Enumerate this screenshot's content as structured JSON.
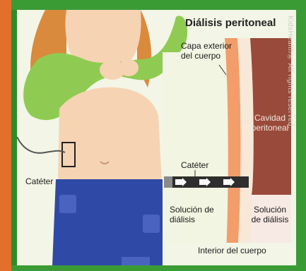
{
  "diagram": {
    "title": "Diálisis peritoneal",
    "labels": {
      "outer_layer": "Capa exterior del cuerpo",
      "catheter_left": "Catéter",
      "catheter_right": "Catéter",
      "cavity": "Cavidad peritoneal",
      "solution_left": "Solución de diálisis",
      "solution_right": "Solución de diálisis",
      "interior": "Interior del cuerpo"
    },
    "watermark": "KidsHealth® All rights reserved.",
    "colors": {
      "frame_green": "#3a9b35",
      "frame_orange": "#e2702a",
      "shirt": "#8fcb52",
      "skin": "#f6d3b3",
      "hair": "#d98a3c",
      "jeans": "#2f49a6",
      "peritoneal": "#9a4a3a"
    }
  }
}
